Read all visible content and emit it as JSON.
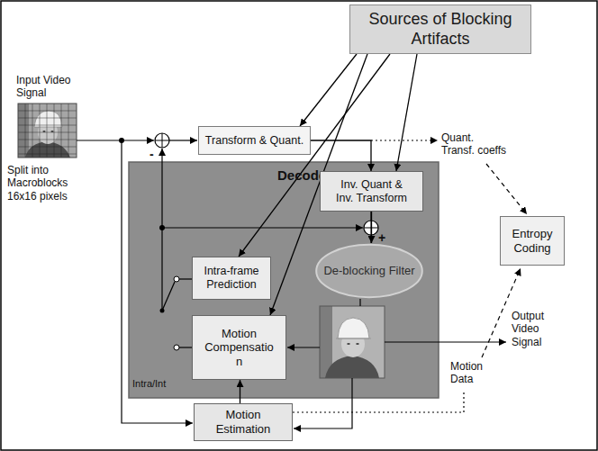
{
  "diagram": {
    "nodes": [
      {
        "text": [
          "Sources of Blocking Artifacts"
        ]
      },
      {
        "text": [
          "Transform & Quant."
        ]
      },
      {
        "text": [
          "Decoder"
        ]
      },
      {
        "text": [
          "Inv. Quant & Inv. Transform"
        ],
        "in": 2
      },
      {
        "text": [
          "Intra-frame Prediction"
        ],
        "in": 2
      },
      {
        "text": [
          "De-blocking Filter"
        ],
        "in": 2
      },
      {
        "text": [
          "Motion Compensatio n"
        ],
        "in": 2
      },
      {
        "text": [
          "Entropy Coding"
        ]
      },
      {
        "text": [
          "Motion Estimation"
        ]
      }
    ],
    "edges": [
      {
        "from": 0,
        "to": 1,
        "arrow": "to"
      },
      {
        "from": 0,
        "to": 3,
        "arrow": "to"
      },
      {
        "from": 0,
        "to": 4,
        "arrow": "to"
      },
      {
        "from": 0,
        "to": 6,
        "arrow": "to"
      },
      {
        "from": 1,
        "to": 3,
        "arrow": "to"
      },
      {
        "from": 3,
        "to": 5,
        "arrow": "to"
      },
      {
        "from": 8,
        "to": 6,
        "arrow": "to"
      }
    ],
    "labels": [
      "Input Video Signal",
      "Quant. Transf. coeffs",
      "-",
      "Split into Macroblocks 16x16 pixels",
      "+",
      "Output Video Signal",
      "Motion Data",
      "Intra/Int"
    ]
  }
}
